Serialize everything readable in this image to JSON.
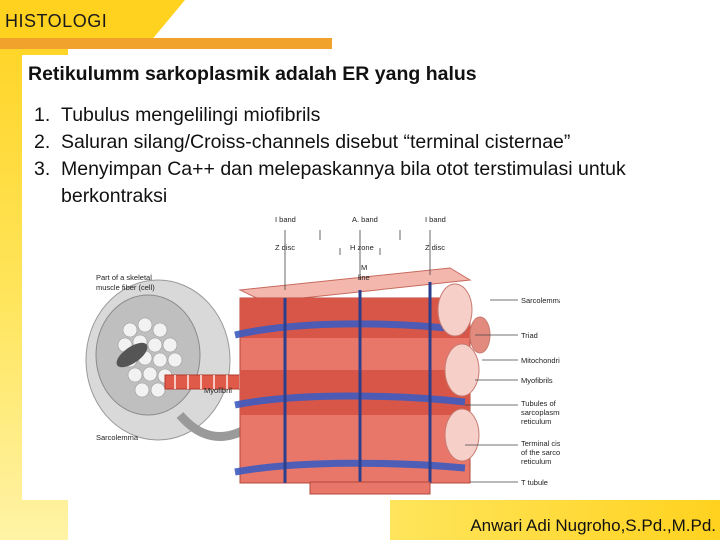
{
  "header": {
    "title": "HISTOLOGI"
  },
  "slide": {
    "heading": "Retikulumm sarkoplasmik adalah ER yang halus",
    "items": [
      {
        "num": "1.",
        "text": "Tubulus mengelilingi miofibrils"
      },
      {
        "num": "2.",
        "text": "Saluran silang/Croiss-channels disebut “terminal cisternae”"
      },
      {
        "num": "3.",
        "text": "Menyimpan Ca++ dan melepaskannya bila otot terstimulasi untuk berkontraksi"
      }
    ]
  },
  "figure": {
    "labels": {
      "i_band_left": "I band",
      "a_band": "A. band",
      "i_band_right": "I band",
      "z_disc_left": "Z disc",
      "h_zone": "H zone",
      "z_disc_right": "Z disc",
      "m_line_1": "M",
      "m_line_2": "line",
      "part_of_1": "Part of a skeletal",
      "part_of_2": "muscle fiber (cell)",
      "myofibril": "Myofibril",
      "sarcolemma_left": "Sarcolemma",
      "sarcolemma_right": "Sarcolemma",
      "triad": "Triad",
      "mitochondrion": "Mitochondrion",
      "myofibrils": "Myofibrils",
      "tubules_1": "Tubules of",
      "tubules_2": "sarcoplasmic",
      "tubules_3": "reticulum",
      "terminal_1": "Terminal cisterna",
      "terminal_2": "of the sarcoplasmic",
      "terminal_3": "reticulum",
      "t_tubule": "T tubule"
    }
  },
  "footer": {
    "author": "Anwari Adi Nugroho,S.Pd.,M.Pd."
  }
}
